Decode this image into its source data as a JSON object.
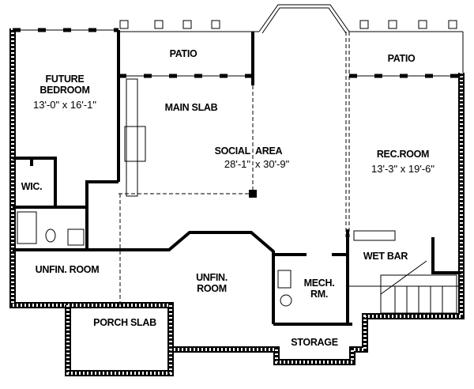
{
  "plan": {
    "rooms": {
      "future_bedroom": {
        "name_line1": "FUTURE",
        "name_line2": "BEDROOM",
        "size": "13'-0\" x 16'-1\""
      },
      "patio_left": {
        "name": "PATIO"
      },
      "patio_right": {
        "name": "PATIO"
      },
      "main_slab": {
        "name": "MAIN SLAB"
      },
      "social_area": {
        "name_part1": "SOCIAL",
        "name_part2": "AREA",
        "size_part1": "28'-1\"",
        "size_part2": "x 30'-9\""
      },
      "rec_room": {
        "name": "REC.ROOM",
        "size": "13'-3\" x 19'-6\""
      },
      "wic": {
        "name": "WIC."
      },
      "unfin_room_left": {
        "name": "UNFIN. ROOM"
      },
      "unfin_room_center": {
        "name_line1": "UNFIN.",
        "name_line2": "ROOM"
      },
      "mech_room": {
        "name_line1": "MECH.",
        "name_line2": "RM."
      },
      "wet_bar": {
        "name": "WET BAR"
      },
      "porch_slab": {
        "name": "PORCH SLAB"
      },
      "storage": {
        "name": "STORAGE"
      }
    }
  }
}
